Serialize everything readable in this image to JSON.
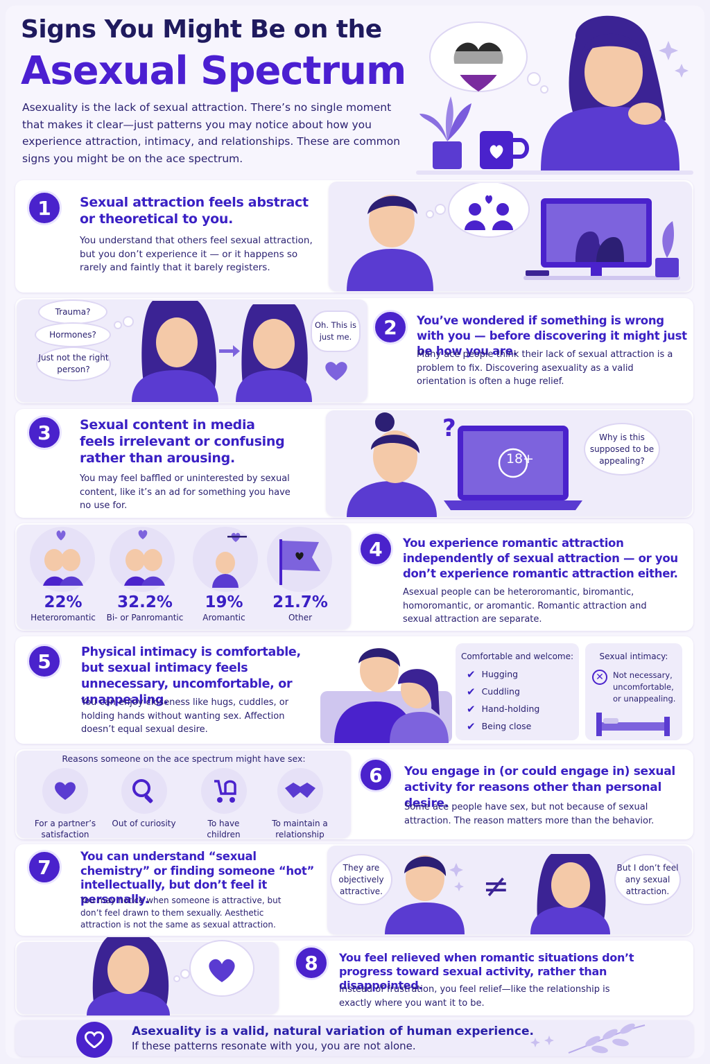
{
  "header": {
    "title_line1": "Signs You Might Be on the",
    "title_line2": "Asexual Spectrum",
    "intro": "Asexuality is the lack of sexual attraction. There’s no single moment that makes it clear—just patterns you may notice about how you experience attraction, intimacy, and relationships. These are common signs you might be on the ace spectrum."
  },
  "signs": [
    {
      "num": "1",
      "heading": "Sexual attraction feels abstract or theoretical to you.",
      "body": "You understand that others feel sexual attraction, but you don’t experience it — or it happens so rarely and faintly that it barely registers."
    },
    {
      "num": "2",
      "heading": "You’ve wondered if something is wrong with you — before discovering it might just be how you are.",
      "body": "Many ace people think their lack of sexual attraction is a problem to fix. Discovering asexuality as a valid orientation is often a huge relief."
    },
    {
      "num": "3",
      "heading": "Sexual content in media feels irrelevant or confusing rather than arousing.",
      "body": "You may feel baffled or uninterested by sexual content, like it’s an ad for something you have no use for."
    },
    {
      "num": "4",
      "heading": "You experience romantic attraction independently of sexual attraction — or you don’t experience romantic attraction either.",
      "body": "Asexual people can be heteroromantic, biromantic, homoromantic, or aromantic. Romantic attraction and sexual attraction are separate."
    },
    {
      "num": "5",
      "heading": "Physical intimacy is comfortable, but sexual intimacy feels unnecessary, uncomfortable, or unappealing.",
      "body": "You can enjoy closeness like hugs, cuddles, or holding hands without wanting sex. Affection doesn’t equal sexual desire."
    },
    {
      "num": "6",
      "heading": "You engage in (or could engage in) sexual activity for reasons other than personal desire.",
      "body": "Some ace people have sex, but not because of sexual attraction. The reason matters more than the behavior."
    },
    {
      "num": "7",
      "heading": "You can understand “sexual chemistry” or finding someone “hot” intellectually, but don’t feel it personally.",
      "body": "You may notice when someone is attractive, but don’t feel drawn to them sexually. Aesthetic attraction is not the same as sexual attraction."
    },
    {
      "num": "8",
      "heading": "You feel relieved when romantic situations don’t progress toward sexual activity, rather than disappointed.",
      "body": "Instead of frustration, you feel relief—like the relationship is exactly where you want it to be."
    }
  ],
  "sign2_bubbles": [
    "Trauma?",
    "Hormones?",
    "Just not the right person?"
  ],
  "sign2_realization": "Oh. This is just me.",
  "sign3_screen": "18+",
  "sign3_question_mark": "?",
  "sign3_bubble": "Why is this supposed to be appealing?",
  "stats": [
    {
      "value": "22%",
      "label": "Heteroromantic"
    },
    {
      "value": "32.2%",
      "label": "Bi- or Panromantic"
    },
    {
      "value": "19%",
      "label": "Aromantic"
    },
    {
      "value": "21.7%",
      "label": "Other"
    }
  ],
  "comfort": {
    "title": "Comfortable and welcome:",
    "items": [
      "Hugging",
      "Cuddling",
      "Hand-holding",
      "Being close"
    ]
  },
  "sexual_intimacy": {
    "title": "Sexual intimacy:",
    "text": "Not necessary, uncomfortable, or unappealing."
  },
  "reasons": {
    "title": "Reasons someone on the ace spectrum might have sex:",
    "items": [
      {
        "label": "For a partner’s satisfaction",
        "icon": "heart-icon"
      },
      {
        "label": "Out of curiosity",
        "icon": "magnifier-icon"
      },
      {
        "label": "To have children",
        "icon": "stroller-icon"
      },
      {
        "label": "To maintain a relationship",
        "icon": "handshake-icon"
      }
    ]
  },
  "sign7_left_bubble": "They are objectively attractive.",
  "sign7_right_bubble": "But I don’t feel any sexual attraction.",
  "sign7_symbol": "≠",
  "footer": {
    "line1": "Asexuality is a valid, natural variation of human experience.",
    "line2": "If these patterns resonate with you, you are not alone."
  },
  "colors": {
    "accent": "#4a22cc",
    "heading": "#3a20c4",
    "text": "#2a2070",
    "soft": "#e6e1f7"
  }
}
